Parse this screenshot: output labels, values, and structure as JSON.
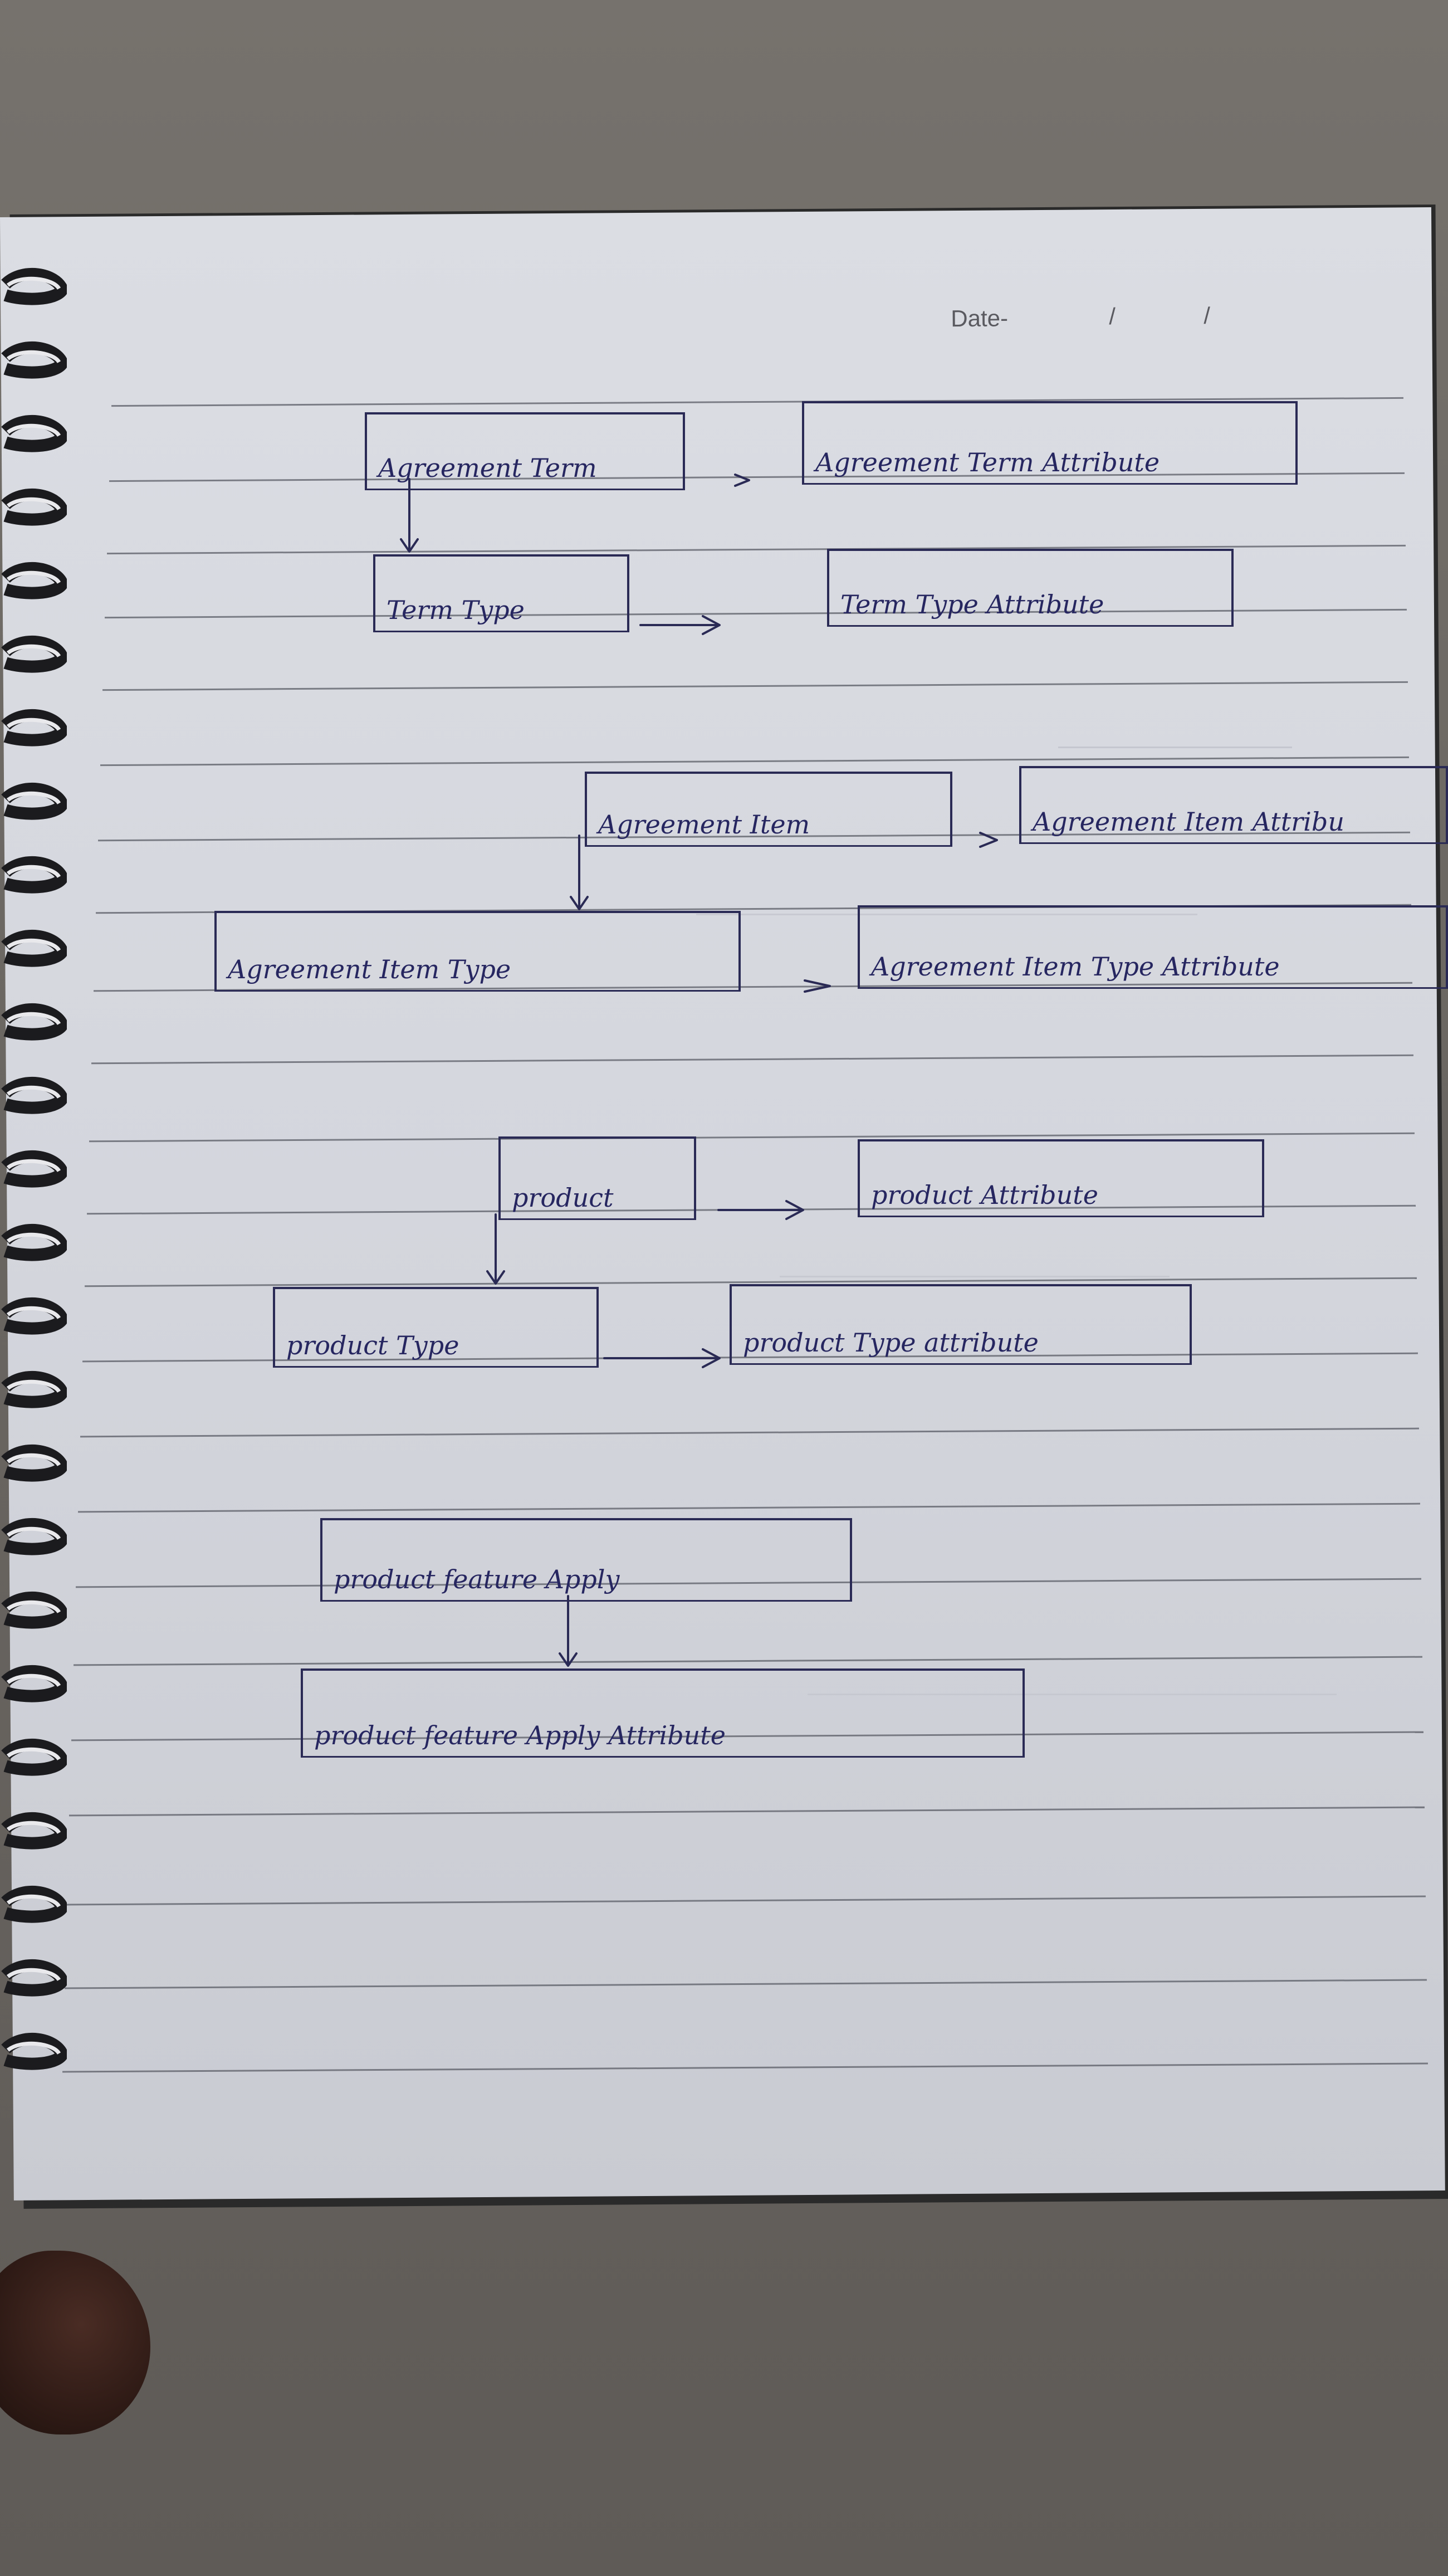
{
  "notebook": {
    "date_label": "Date-",
    "date_separator_1": "/",
    "date_separator_2": "/"
  },
  "diagram": {
    "nodes": {
      "agreement_term": "Agreement Term",
      "agreement_term_attribute": "Agreement Term Attribute",
      "term_type": "Term Type",
      "term_type_attribute": "Term Type Attribute",
      "agreement_item": "Agreement Item",
      "agreement_item_attribute": "Agreement Item Attribu",
      "agreement_item_type": "Agreement Item Type",
      "agreement_item_type_attribute": "Agreement Item Type Attribute",
      "product": "product",
      "product_attribute": "product Attribute",
      "product_type": "product Type",
      "product_type_attribute": "product Type attribute",
      "product_feature_apply": "product feature Apply",
      "product_feature_apply_attribute": "product feature Apply Attribute"
    }
  }
}
